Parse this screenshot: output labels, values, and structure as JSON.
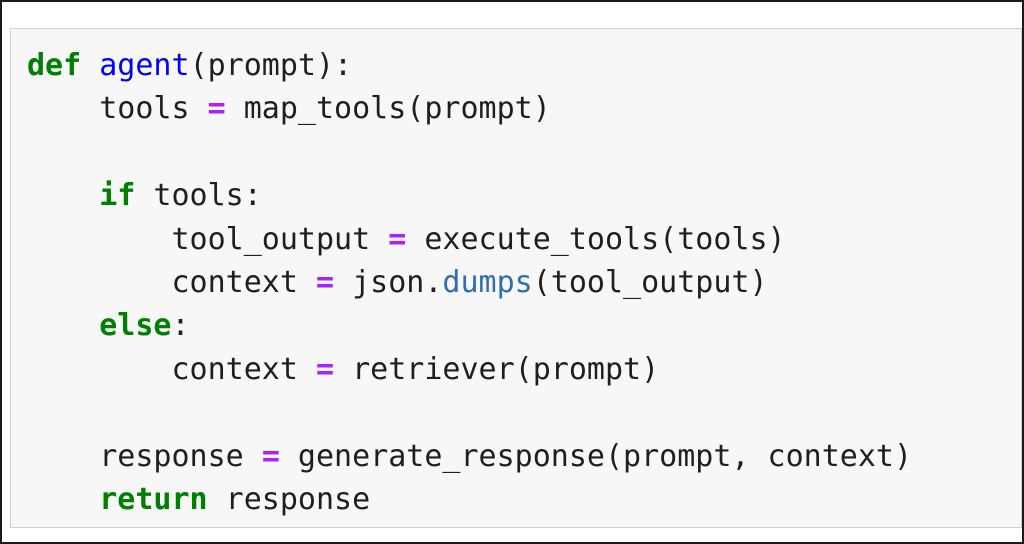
{
  "colors": {
    "keyword": "#008000",
    "function_name": "#0000ff",
    "operator": "#aa22ff",
    "attribute": "#2f6fb0",
    "text": "#1f1f1f",
    "cell_background": "#f7f7f7"
  },
  "code": {
    "lines": [
      {
        "tokens": [
          {
            "type": "kw",
            "text": "def"
          },
          {
            "type": "plain",
            "text": " "
          },
          {
            "type": "fn",
            "text": "agent"
          },
          {
            "type": "plain",
            "text": "(prompt):"
          }
        ]
      },
      {
        "tokens": [
          {
            "type": "plain",
            "text": "    tools "
          },
          {
            "type": "op",
            "text": "="
          },
          {
            "type": "plain",
            "text": " map_tools(prompt)"
          }
        ]
      },
      {
        "tokens": []
      },
      {
        "tokens": [
          {
            "type": "plain",
            "text": "    "
          },
          {
            "type": "kw",
            "text": "if"
          },
          {
            "type": "plain",
            "text": " tools:"
          }
        ]
      },
      {
        "tokens": [
          {
            "type": "plain",
            "text": "        tool_output "
          },
          {
            "type": "op",
            "text": "="
          },
          {
            "type": "plain",
            "text": " execute_tools(tools)"
          }
        ]
      },
      {
        "tokens": [
          {
            "type": "plain",
            "text": "        context "
          },
          {
            "type": "op",
            "text": "="
          },
          {
            "type": "plain",
            "text": " json."
          },
          {
            "type": "attr",
            "text": "dumps"
          },
          {
            "type": "plain",
            "text": "(tool_output)"
          }
        ]
      },
      {
        "tokens": [
          {
            "type": "plain",
            "text": "    "
          },
          {
            "type": "kw",
            "text": "else"
          },
          {
            "type": "plain",
            "text": ":"
          }
        ]
      },
      {
        "tokens": [
          {
            "type": "plain",
            "text": "        context "
          },
          {
            "type": "op",
            "text": "="
          },
          {
            "type": "plain",
            "text": " retriever(prompt)"
          }
        ]
      },
      {
        "tokens": []
      },
      {
        "tokens": [
          {
            "type": "plain",
            "text": "    response "
          },
          {
            "type": "op",
            "text": "="
          },
          {
            "type": "plain",
            "text": " generate_response(prompt, context)"
          }
        ]
      },
      {
        "tokens": [
          {
            "type": "plain",
            "text": "    "
          },
          {
            "type": "kw",
            "text": "return"
          },
          {
            "type": "plain",
            "text": " response"
          }
        ]
      }
    ]
  }
}
